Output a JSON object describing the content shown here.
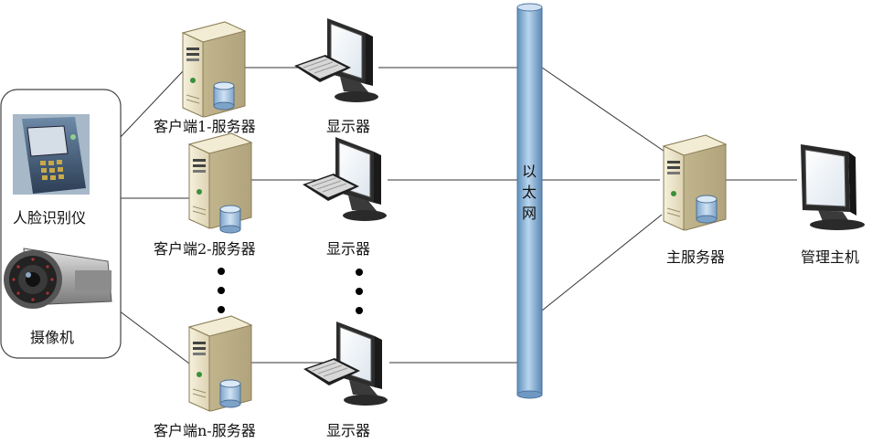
{
  "devices": {
    "face_reader_label": "人脸识别仪",
    "camera_label": "摄像机"
  },
  "clients": [
    {
      "label": "客户端1-服务器",
      "monitor_label": "显示器"
    },
    {
      "label": "客户端2-服务器",
      "monitor_label": "显示器"
    },
    {
      "label": "客户端n-服务器",
      "monitor_label": "显示器"
    }
  ],
  "ethernet": {
    "label_chars": [
      "以",
      "太",
      "网"
    ]
  },
  "main_server": {
    "label": "主服务器"
  },
  "admin_host": {
    "label": "管理主机"
  },
  "colors": {
    "ethernet_pipe": "#8fb8d8",
    "line": "#333333",
    "tower_body": "#efe8cf",
    "database": "#a9c8e6"
  }
}
